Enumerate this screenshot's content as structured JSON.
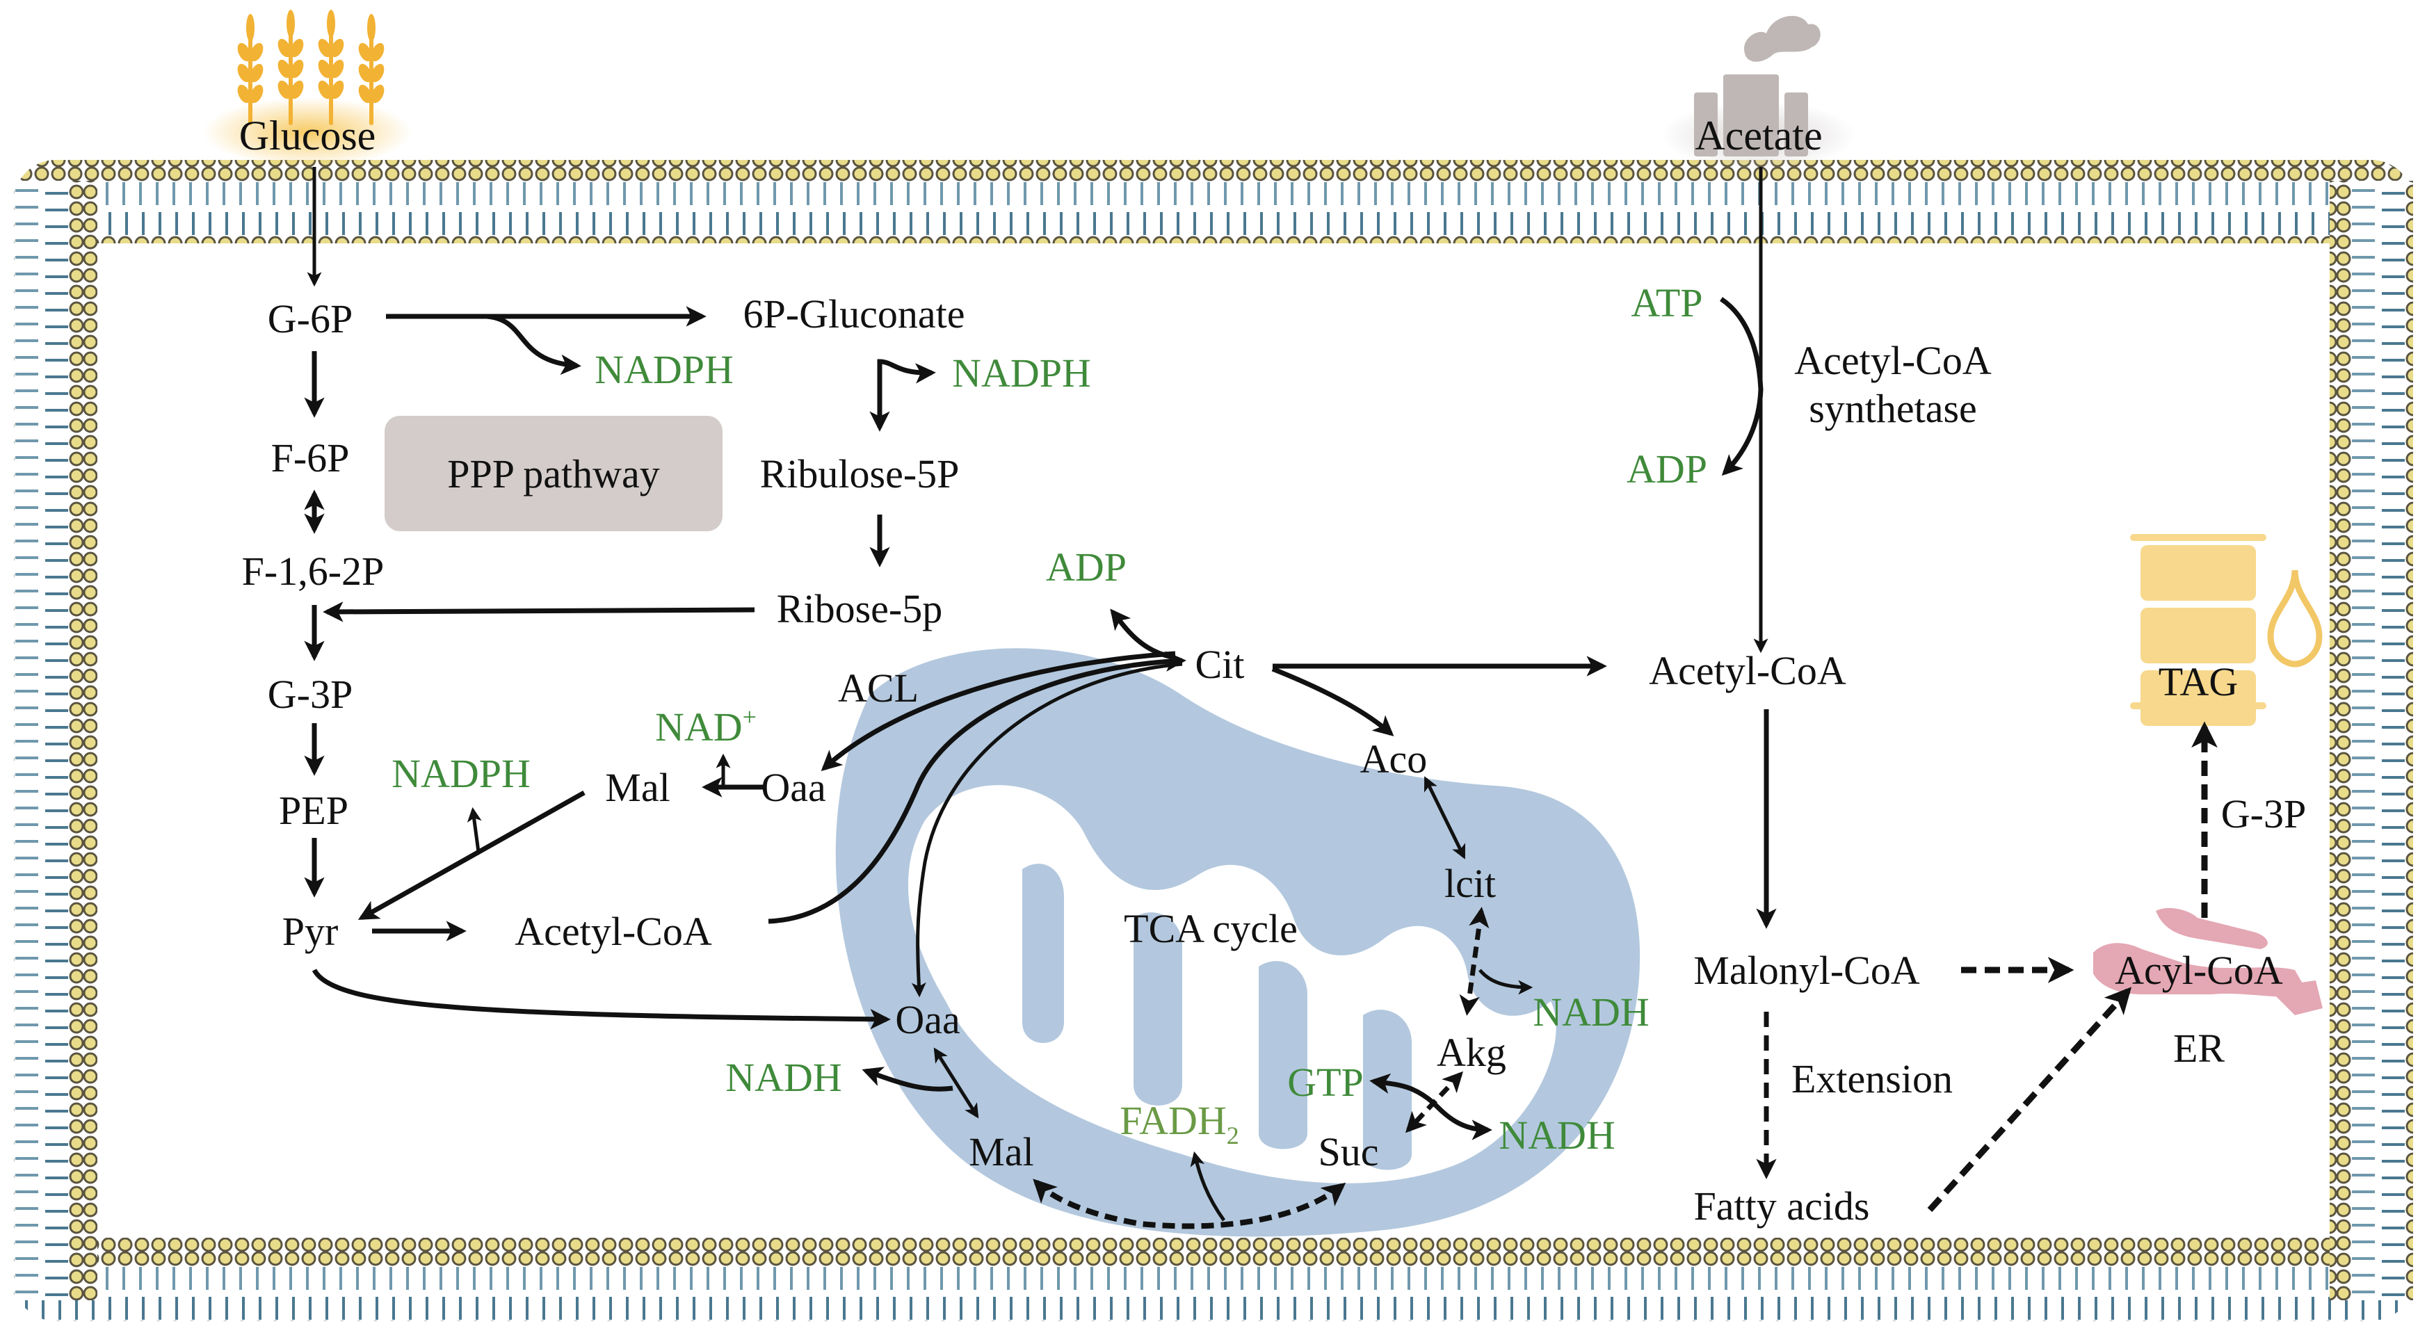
{
  "title": "Metabolic pathways for lipid (TAG) synthesis from glucose and acetate",
  "colors": {
    "cofactor_green": "#3f8a3a",
    "mitochondrion_blue": "#b3c8de",
    "membrane_head_yellow": "#e8dc8a",
    "membrane_tail_blue": "#4a7890",
    "ppp_box_gray": "#d3ccca",
    "tag_yellow": "#f7d88c",
    "er_pink": "#e4a7b4",
    "glucose_icon_orange": "#f2b234",
    "acetate_icon_gray": "#bfb7b6"
  },
  "substrates": {
    "glucose": "Glucose",
    "acetate": "Acetate"
  },
  "glycolysis": {
    "g6p": "G-6P",
    "f6p": "F-6P",
    "f16bp": "F-1,6-2P",
    "g3p": "G-3P",
    "pep": "PEP",
    "pyr": "Pyr",
    "acetyl_coa": "Acetyl-CoA"
  },
  "ppp": {
    "box_label": "PPP pathway",
    "gluconate": "6P-Gluconate",
    "nadph_1": "NADPH",
    "nadph_2": "NADPH",
    "ribulose": "Ribulose-5P",
    "ribose": "Ribose-5p"
  },
  "malic_shuttle": {
    "acl": "ACL",
    "nad_plus": "NAD",
    "nad_plus_sup": "+",
    "mal": "Mal",
    "oaa": "Oaa",
    "nadph": "NADPH"
  },
  "tca": {
    "label": "TCA cycle",
    "cit": "Cit",
    "adp": "ADP",
    "aco": "Aco",
    "icit": "lcit",
    "nadh_icit": "NADH",
    "akg": "Akg",
    "gtp": "GTP",
    "nadh_akg": "NADH",
    "suc": "Suc",
    "fadh": "FADH",
    "fadh_sub": "2",
    "mal": "Mal",
    "oaa": "Oaa",
    "nadh_mal": "NADH"
  },
  "acetate_branch": {
    "atp": "ATP",
    "adp": "ADP",
    "enzyme_line1": "Acetyl-CoA",
    "enzyme_line2": "synthetase",
    "acetyl_coa": "Acetyl-CoA"
  },
  "lipid": {
    "malonyl_coa": "Malonyl-CoA",
    "extension": "Extension",
    "fatty_acids": "Fatty acids",
    "acyl_coa": "Acyl-CoA",
    "er": "ER",
    "g3p": "G-3P",
    "tag": "TAG"
  }
}
